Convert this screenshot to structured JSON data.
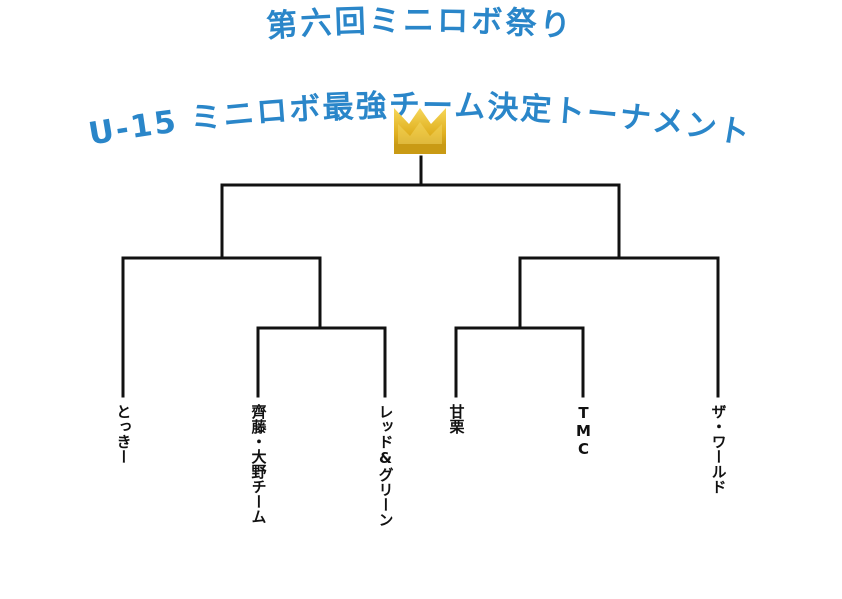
{
  "title": {
    "line1": "第六回ミニロボ祭り",
    "line2": "U-15 ミニロボ最強チーム決定トーナメント",
    "color": "#2a86c9"
  },
  "crown": {
    "icon": "crown-icon",
    "gold_light": "#f2cb3a",
    "gold_dark": "#b98a0c"
  },
  "bracket": {
    "line_color": "#111111",
    "teams": [
      {
        "name": "とっきー"
      },
      {
        "name": "齊藤・大野チーム"
      },
      {
        "name": "レッド&グリーン"
      },
      {
        "name": "甘栗"
      },
      {
        "name": "TMC"
      },
      {
        "name": "ザ・ワールド"
      }
    ]
  }
}
